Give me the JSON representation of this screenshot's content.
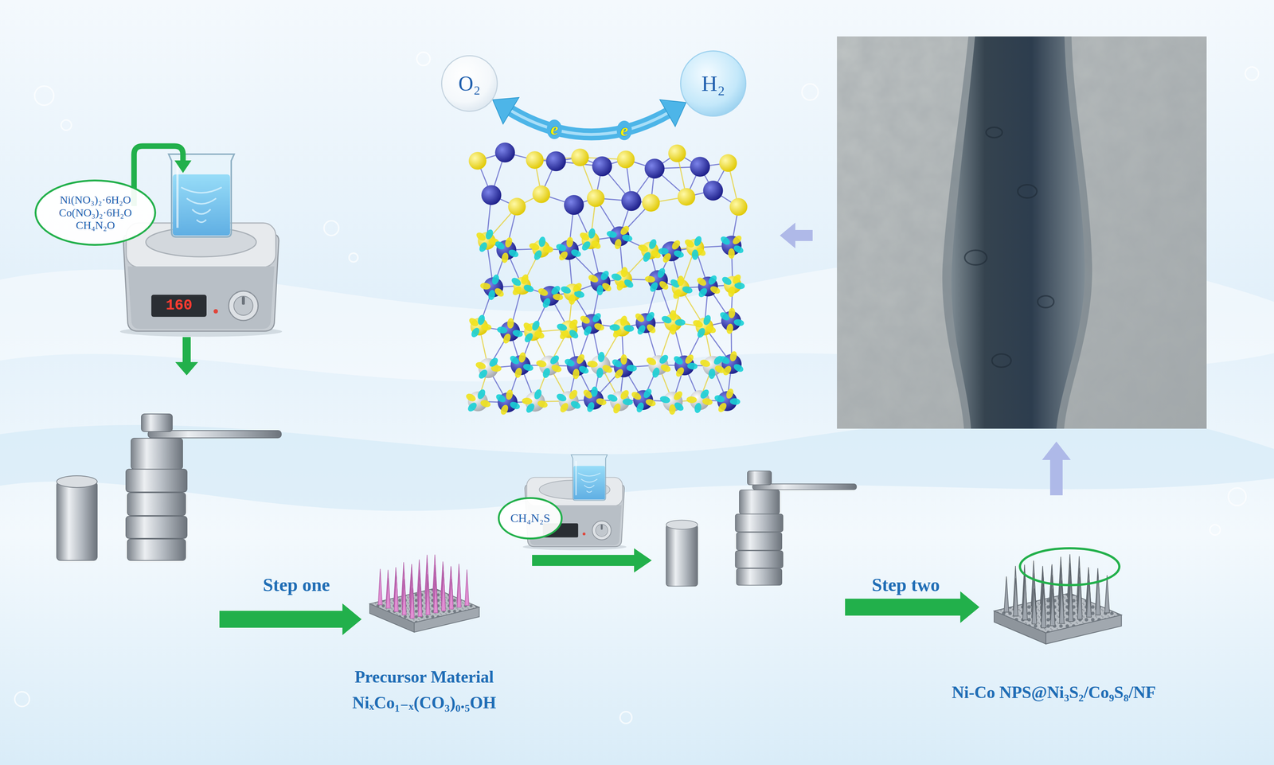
{
  "diagram": {
    "nodes": [
      {
        "text": [
          "Ni(NO₃)₂·6H₂O",
          "Co(NO₃)₂·6H₂O",
          "CH₄N₂O"
        ]
      },
      {
        "text": [
          "O₂"
        ]
      },
      {
        "text": [
          "H₂"
        ]
      },
      {
        "text": [
          "CH₄N₂S"
        ]
      }
    ],
    "edges": [
      {
        "from": 1,
        "to": 2,
        "arrow": "both",
        "label": "e"
      }
    ],
    "labels": [
      "e",
      "160",
      "Step one",
      "Precursor Material",
      "NiₓCo₁₋ₓ(CO₃)₀.₅OH",
      "Step two",
      "Ni-Co NPS@Ni₃S₂/Co₉S₈/NF"
    ]
  }
}
